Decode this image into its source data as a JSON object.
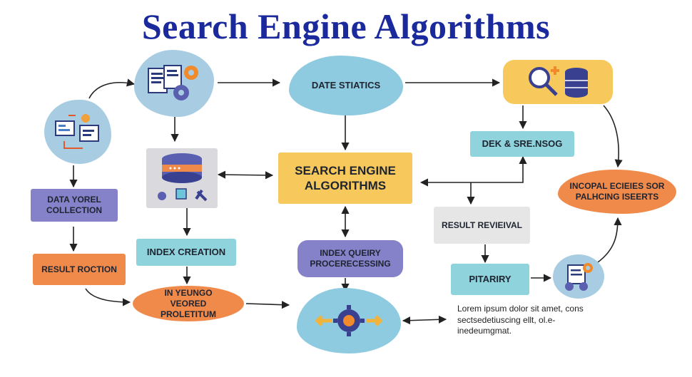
{
  "title": "Search Engine Algorithms",
  "nodes": {
    "center": "SEARCH ENGINE ALGORITHMS",
    "date_statistics": "DATE STIATICS",
    "data_collection": "DATA YOREL COLLECTION",
    "result_roction": "RESULT ROCTION",
    "index_creation": "INDEX CREATION",
    "vored_proletitum": "IN YEUNGO VEORED PROLETITUM",
    "index_query": "INDEX QUEIRY PROCERECESSING",
    "dek_srensog": "DEK & SRE.NSOG",
    "result_retrieval": "RESULT REVIEIVAL",
    "pitariry": "PITARIRY",
    "incopal": "INCOPAL ECIEIES SOR PALHCING ISEERTS"
  },
  "lorem": "Lorem ipsum dolor sit amet, cons sectsedetiuscing ellt, ol.e-inedeumgmat.",
  "colors": {
    "title": "#1a2a9c",
    "purple": "#8582c9",
    "orange": "#f08a4b",
    "teal": "#8fd3dc",
    "yellow": "#f7c95c",
    "cloud": "#8fcbe0"
  },
  "icons": [
    "flowchart-icon",
    "document-gears-icon",
    "database-icon",
    "search-database-icon",
    "gear-arrows-icon",
    "report-gear-icon"
  ]
}
